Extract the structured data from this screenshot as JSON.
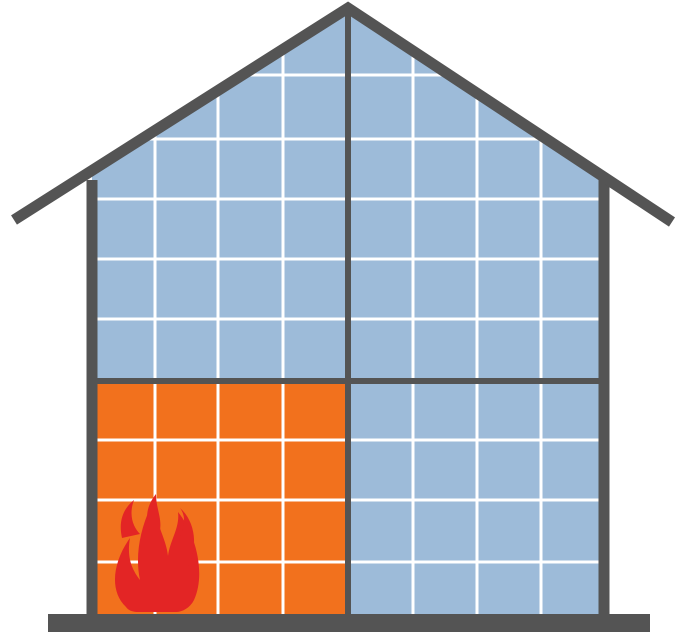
{
  "diagram": {
    "subject": "house-with-room-on-fire",
    "rooms": [
      {
        "id": "upper-left",
        "state": "normal"
      },
      {
        "id": "upper-right",
        "state": "normal"
      },
      {
        "id": "lower-left",
        "state": "on-fire"
      },
      {
        "id": "lower-right",
        "state": "normal"
      }
    ]
  },
  "colors": {
    "wall": "#545454",
    "room_normal": "#9dbbd9",
    "room_fire": "#f2711d",
    "tile_line": "#ffffff",
    "flame": "#e32525",
    "background": "#ffffff"
  },
  "icons": {
    "flame": "flame-icon"
  }
}
